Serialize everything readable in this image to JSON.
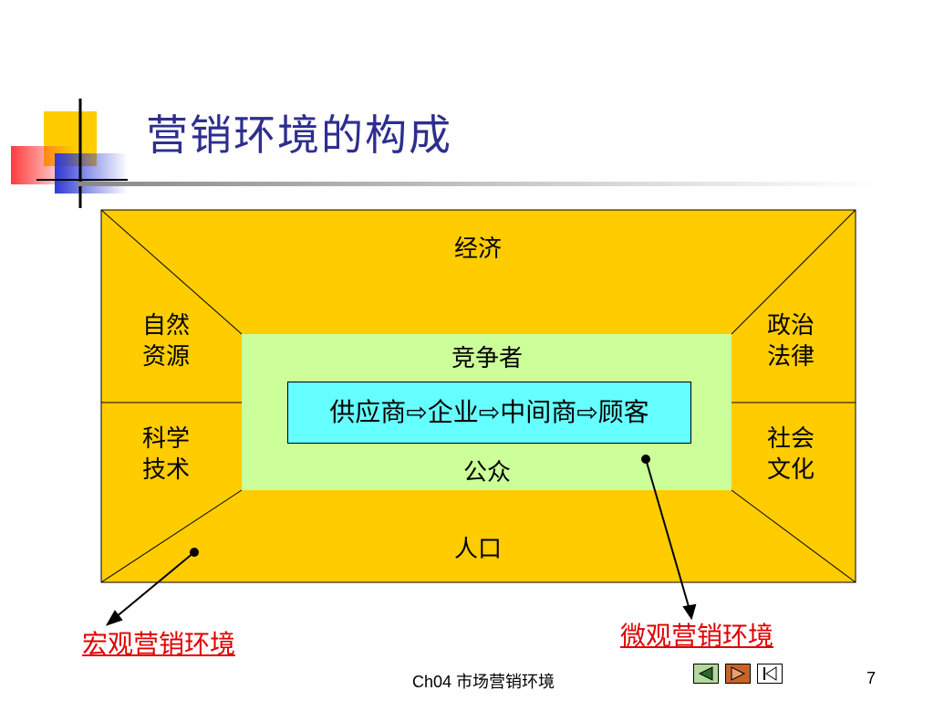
{
  "slide": {
    "title": "营销环境的构成"
  },
  "diagram": {
    "outer": {
      "top": "经济",
      "bottom": "人口",
      "left_top": [
        "自然",
        "资源"
      ],
      "left_bottom": [
        "科学",
        "技术"
      ],
      "right_top": [
        "政治",
        "法律"
      ],
      "right_bottom": [
        "社会",
        "文化"
      ]
    },
    "inner": {
      "top": "竞争者",
      "bottom": "公众",
      "chain": "供应商⇨企业⇨中间商⇨顾客"
    },
    "colors": {
      "outer_fill": "#ffcc00",
      "inner_fill": "#ccff99",
      "chain_fill": "#66ffff"
    }
  },
  "captions": {
    "macro": "宏观营销环境",
    "micro": "微观营销环境",
    "color": "#e00000"
  },
  "footer": {
    "chapter": "Ch04 市场营销环境",
    "page": "7"
  },
  "nav": [
    "previous-icon",
    "next-icon",
    "first-icon"
  ]
}
